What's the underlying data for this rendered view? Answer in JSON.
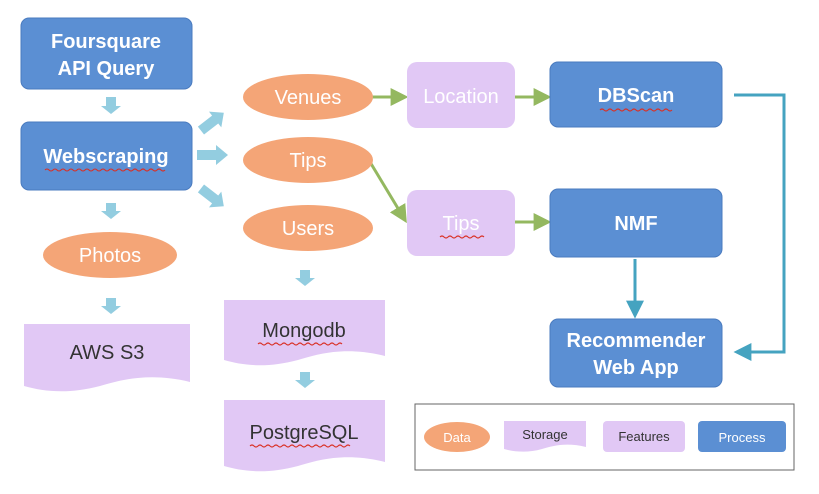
{
  "colors": {
    "process": "#5b8fd3",
    "process_stroke": "#4a7bbf",
    "data": "#f4a577",
    "storage": "#e1c8f5",
    "features": "#e1c8f5",
    "arrow_light": "#93cde0",
    "arrow_green": "#94b860",
    "arrow_teal": "#45a3c0",
    "spell": "#d93025"
  },
  "nodes": {
    "foursquare": {
      "line1": "Foursquare",
      "line2": "API Query"
    },
    "webscraping": "Webscraping",
    "photos": "Photos",
    "aws": "AWS S3",
    "venues": "Venues",
    "tips": "Tips",
    "users": "Users",
    "mongodb": "Mongodb",
    "postgres": "PostgreSQL",
    "location": "Location",
    "tips_feature": "Tips",
    "dbscan": "DBScan",
    "nmf": "NMF",
    "recommender": {
      "line1": "Recommender",
      "line2": "Web App"
    }
  },
  "legend": {
    "data": "Data",
    "storage": "Storage",
    "features": "Features",
    "process": "Process"
  }
}
